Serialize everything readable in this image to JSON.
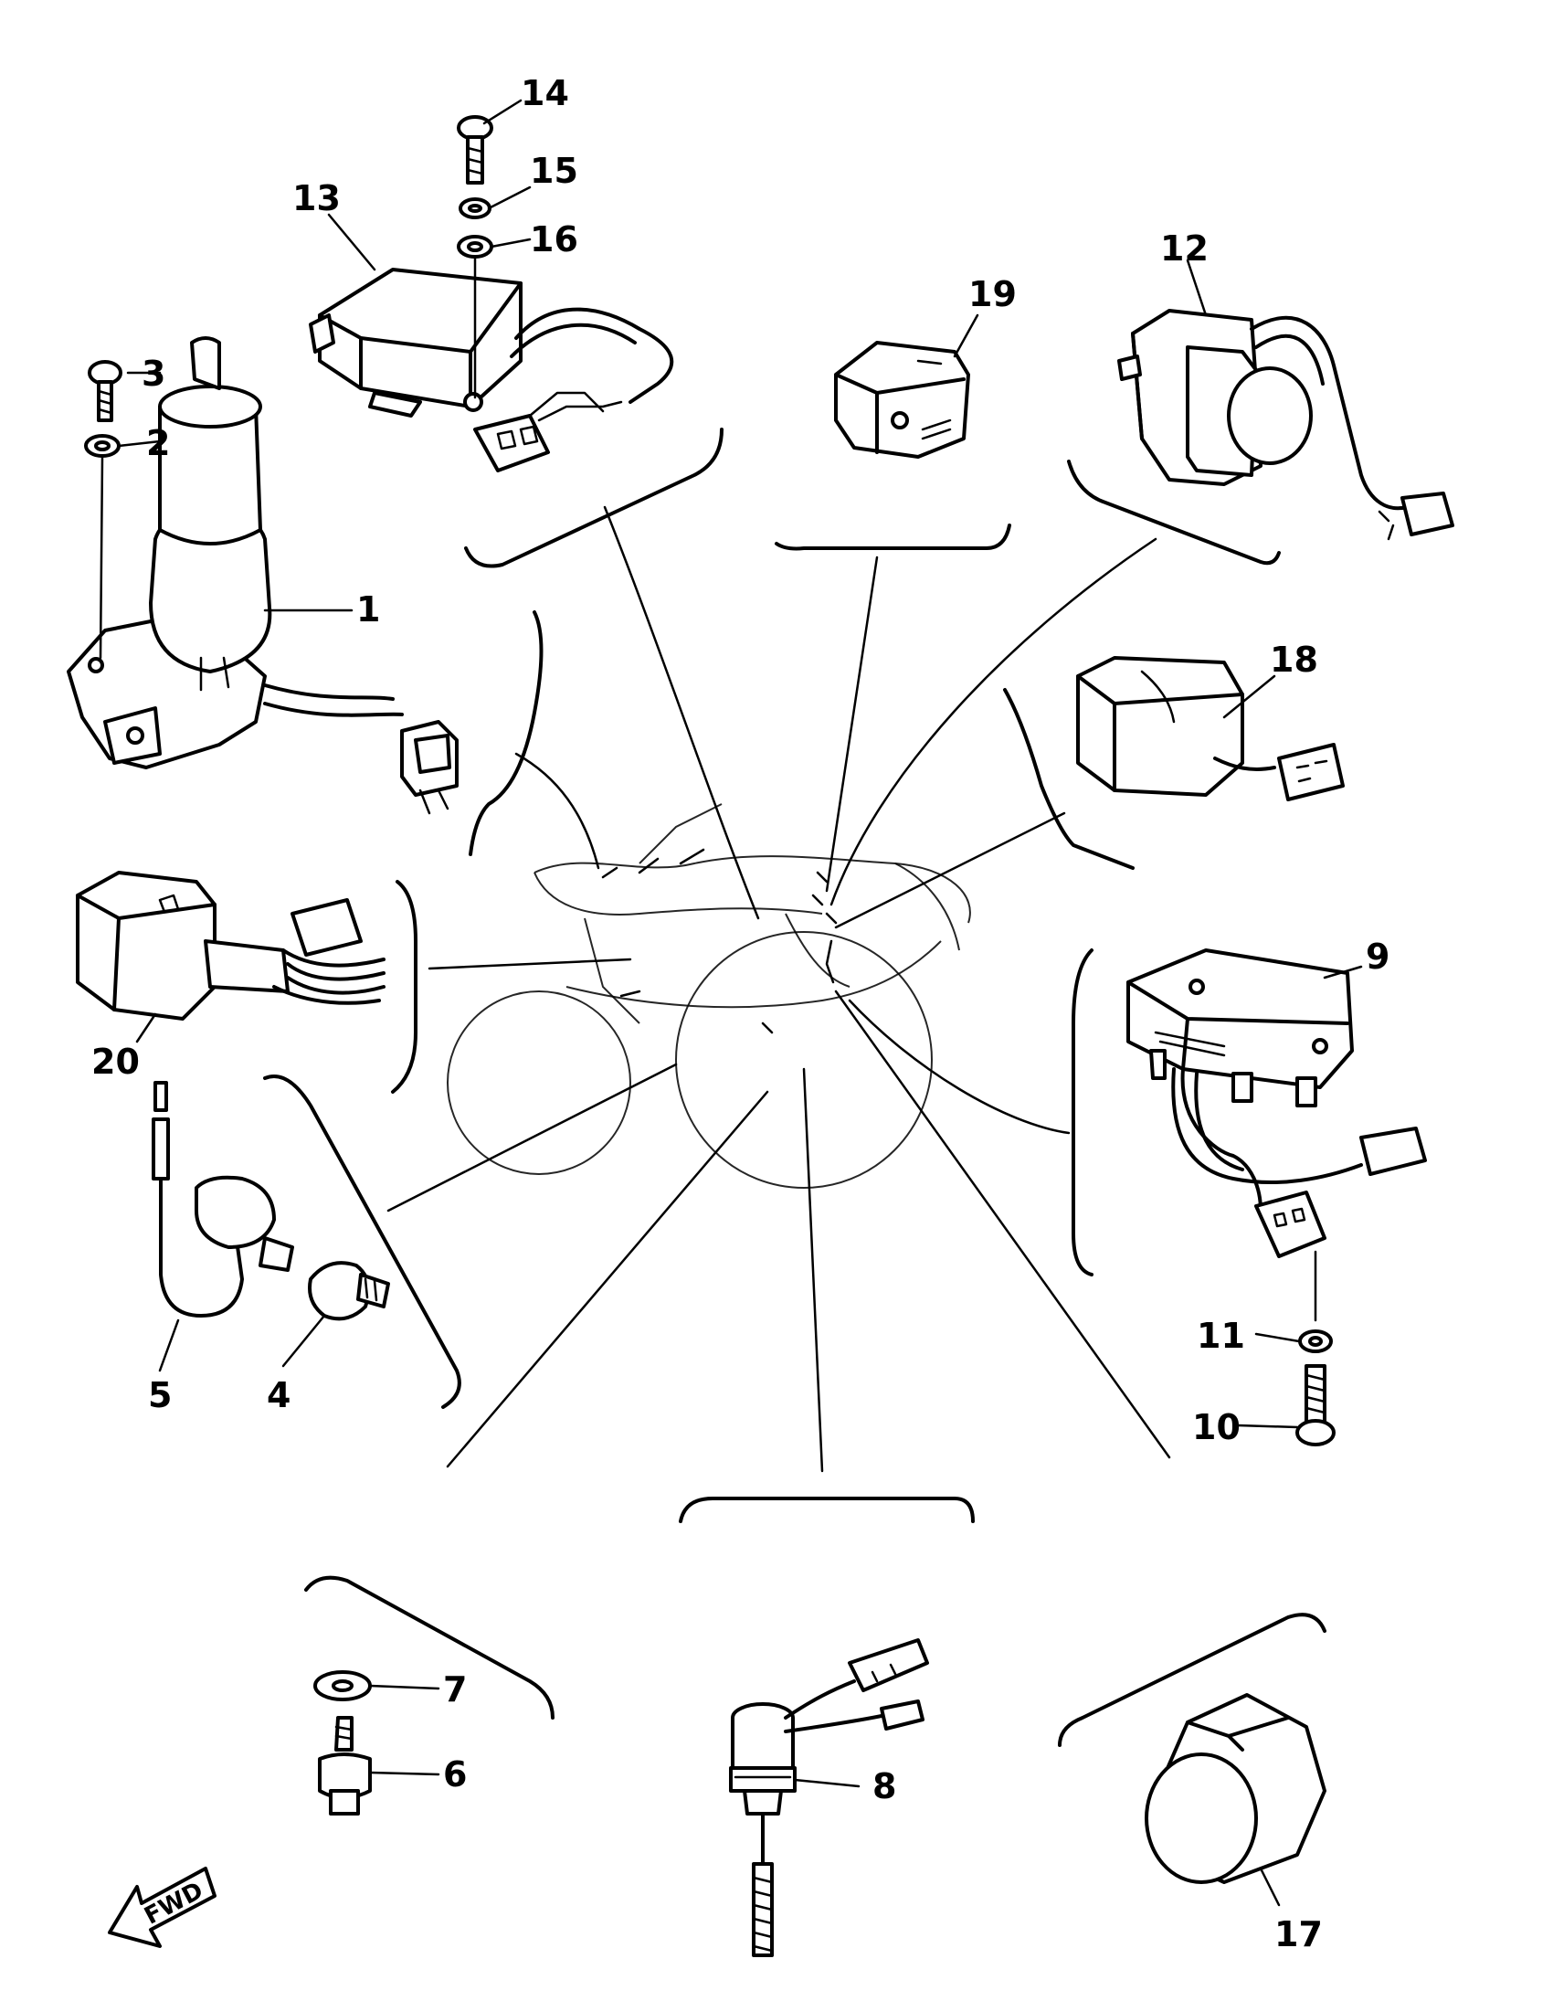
{
  "labels": {
    "p1": "1",
    "p2": "2",
    "p3": "3",
    "p4": "4",
    "p5": "5",
    "p6": "6",
    "p7": "7",
    "p8": "8",
    "p9": "9",
    "p10": "10",
    "p11": "11",
    "p12": "12",
    "p13": "13",
    "p14": "14",
    "p15": "15",
    "p16": "16",
    "p17": "17",
    "p18": "18",
    "p19": "19",
    "p20": "20"
  },
  "fwd_badge": "FWD",
  "colors": {
    "ink": "#000000",
    "paper": "#ffffff"
  }
}
